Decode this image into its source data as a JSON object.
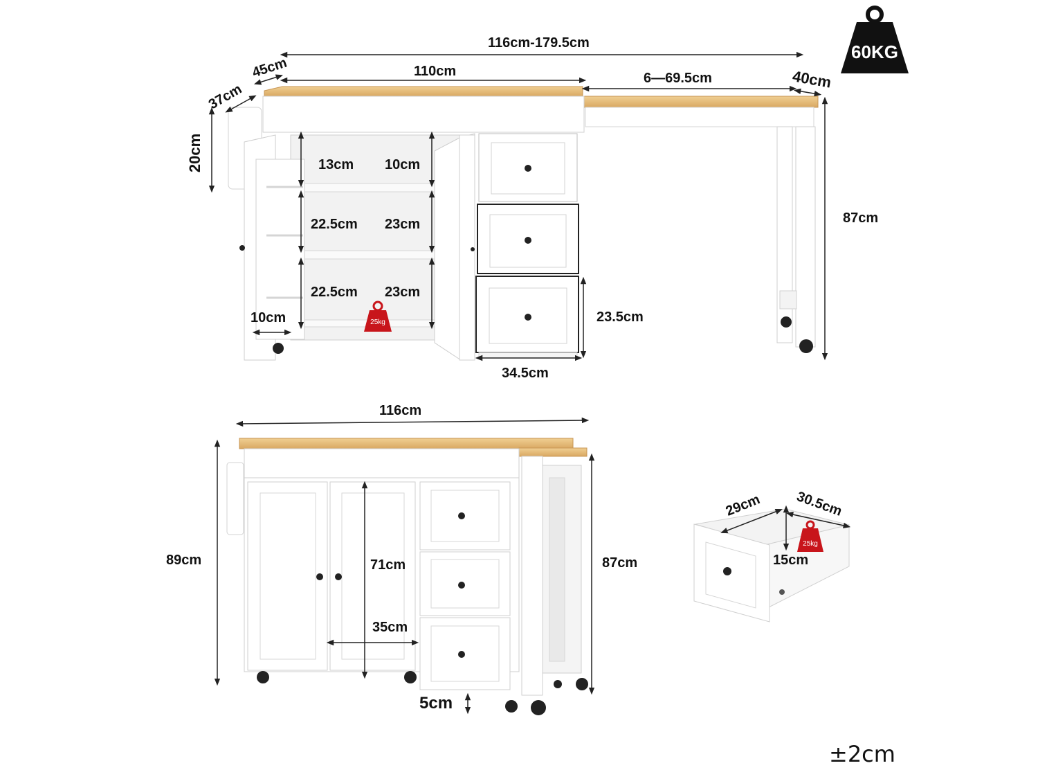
{
  "weight_badge": {
    "label": "60KG",
    "icon": "weight-icon"
  },
  "small_weight_label": "25kg",
  "top_view": {
    "total_width": "116cm-179.5cm",
    "top_width": "110cm",
    "extension": "6—69.5cm",
    "ext_depth": "40cm",
    "depth_a": "45cm",
    "depth_b": "37cm",
    "rack_height": "20cm",
    "height": "87cm",
    "shelf_gap_top_left": "13cm",
    "shelf_gap_top_right": "10cm",
    "shelf_gap_mid_left": "22.5cm",
    "shelf_gap_mid_right": "23cm",
    "shelf_gap_low_left": "22.5cm",
    "shelf_gap_low_right": "23cm",
    "door_rack_depth": "10cm",
    "drawer_height": "23.5cm",
    "drawer_width": "34.5cm"
  },
  "front_view": {
    "width": "116cm",
    "overall_height": "89cm",
    "height": "87cm",
    "cabinet_height": "71cm",
    "door_width": "35cm",
    "clearance": "5cm"
  },
  "drawer_detail": {
    "depth": "29cm",
    "width": "30.5cm",
    "height": "15cm"
  },
  "tolerance": "±2cm",
  "colors": {
    "wood": "#e8c17f",
    "cabinet": "#ffffff",
    "outline": "#c9c9c9",
    "badge": "#111111",
    "weight_red": "#c8151b"
  }
}
